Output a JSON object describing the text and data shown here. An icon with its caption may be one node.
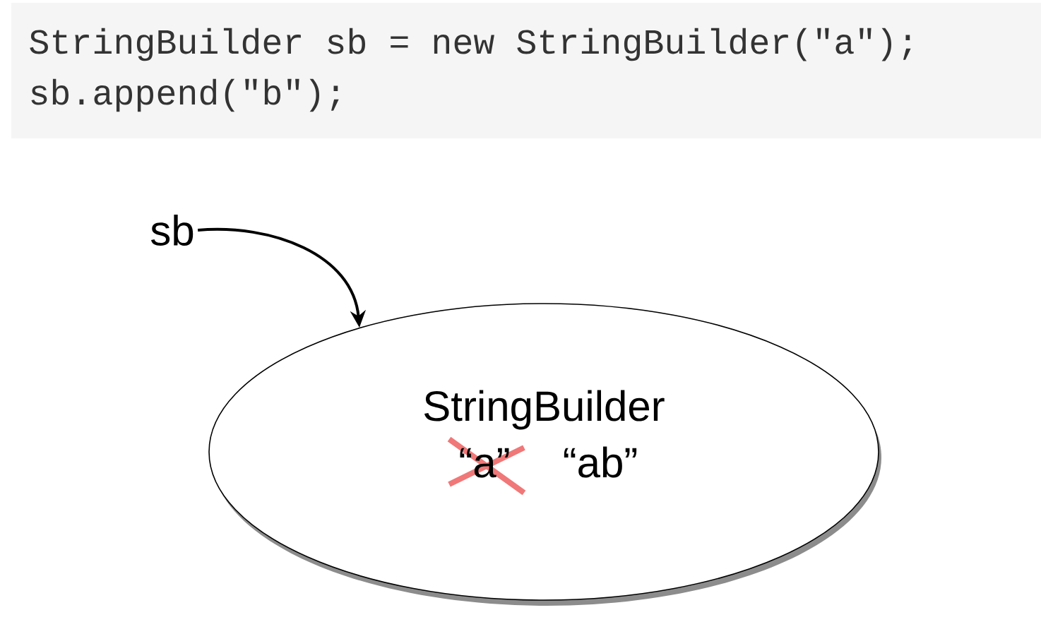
{
  "diagram": {
    "nodes": [
      {
        "text": [
          "sb"
        ]
      },
      {
        "text": [
          "StringBuilder",
          "“a”",
          "“ab”"
        ]
      }
    ],
    "edges": [
      {
        "from": 0,
        "to": 1,
        "arrow": "to"
      }
    ],
    "labels": [
      "StringBuilder sb = new StringBuilder(\"a\");",
      "sb.append(\"b\");"
    ]
  }
}
